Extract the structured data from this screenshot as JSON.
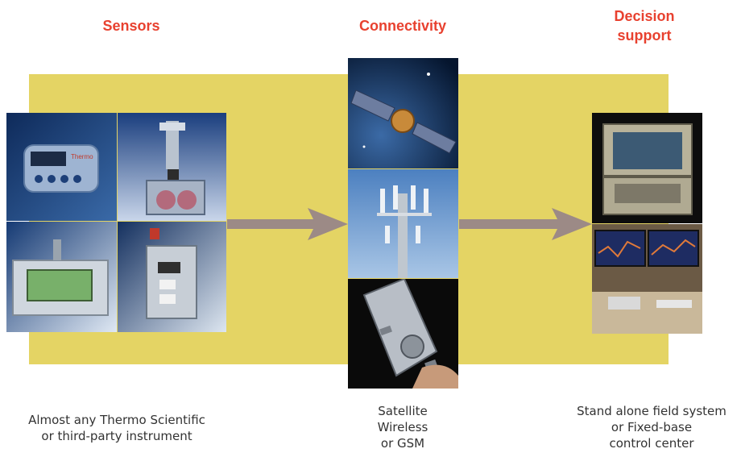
{
  "columns": {
    "sensors": {
      "heading": [
        "Sensors"
      ],
      "caption": [
        "Almost any Thermo Scientific",
        "or third-party instrument"
      ]
    },
    "connectivity": {
      "heading": [
        "Connectivity"
      ],
      "caption": [
        "Satellite",
        "Wireless",
        "or GSM"
      ]
    },
    "decision": {
      "heading": [
        "Decision",
        "support"
      ],
      "caption": [
        "Stand alone field system",
        "or Fixed-base",
        "control center"
      ]
    }
  },
  "instrument_brand": "Thermo",
  "colors": {
    "heading": "#e8412f",
    "band": "#e4d464",
    "arrow": "#9c8a86",
    "caption": "#333333"
  }
}
